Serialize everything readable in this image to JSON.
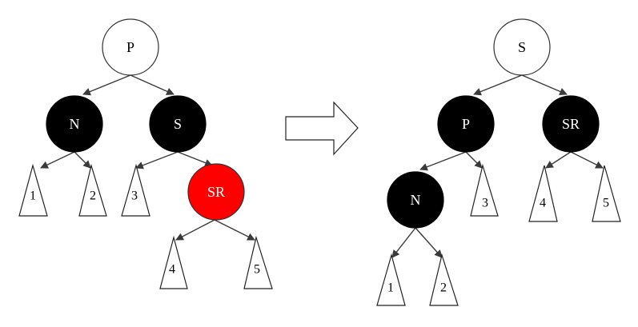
{
  "colors": {
    "black_node": "#000000",
    "red_node": "#ff0000",
    "white_node": "#ffffff"
  },
  "before": {
    "nodes": {
      "p": {
        "label": "P",
        "color": "white"
      },
      "n": {
        "label": "N",
        "color": "black"
      },
      "s": {
        "label": "S",
        "color": "black"
      },
      "sr": {
        "label": "SR",
        "color": "red"
      }
    },
    "subtrees": {
      "t1": "1",
      "t2": "2",
      "t3": "3",
      "t4": "4",
      "t5": "5"
    }
  },
  "after": {
    "nodes": {
      "s": {
        "label": "S",
        "color": "white"
      },
      "p": {
        "label": "P",
        "color": "black"
      },
      "sr": {
        "label": "SR",
        "color": "black"
      },
      "n": {
        "label": "N",
        "color": "black"
      }
    },
    "subtrees": {
      "t1": "1",
      "t2": "2",
      "t3": "3",
      "t4": "4",
      "t5": "5"
    }
  }
}
